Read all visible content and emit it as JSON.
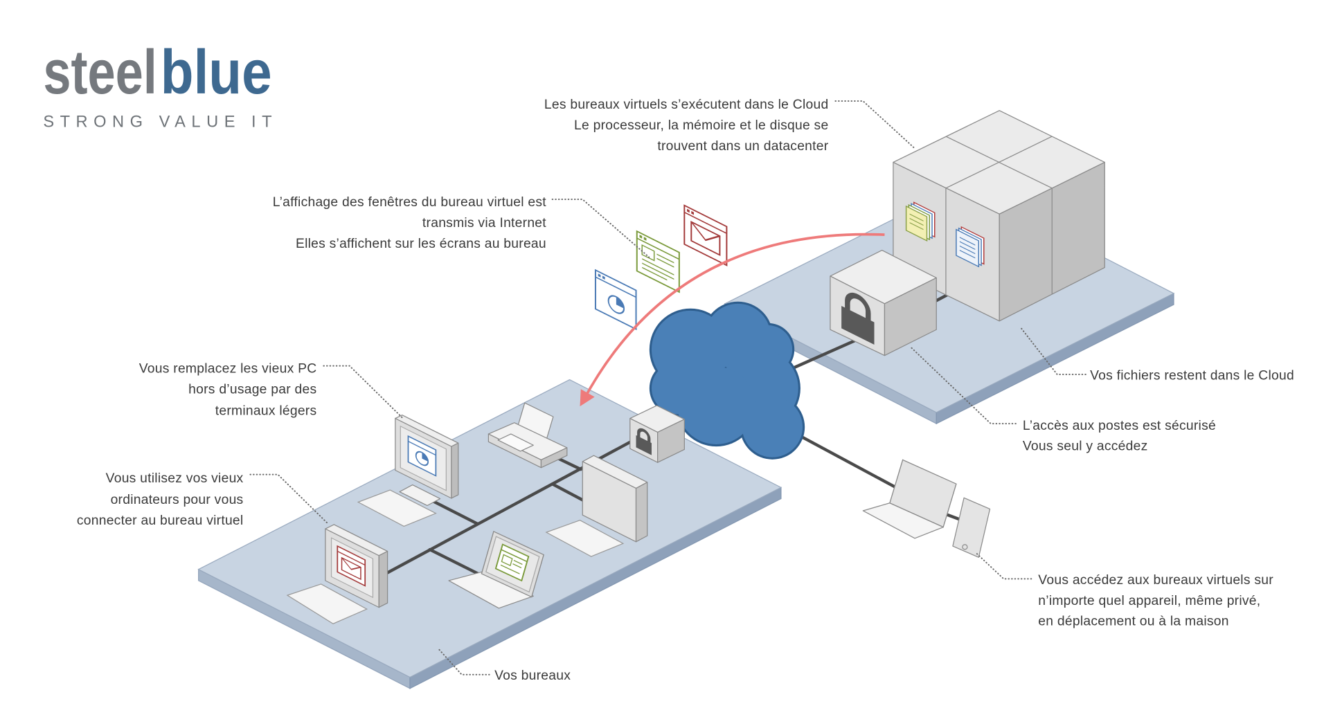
{
  "logo": {
    "part_1": "steel",
    "part_2": "blue",
    "tagline": "STRONG VALUE IT"
  },
  "colors": {
    "brand_gray": "#75797e",
    "brand_blue": "#3e6990",
    "cloud": "#4a80b7",
    "arrow": "#ee7a7a",
    "platform": "#c8d4e2",
    "cable": "#4a4a4a"
  },
  "annotations": {
    "cloud_execution": [
      "Les bureaux virtuels s’exécutent dans le Cloud",
      "Le processeur, la mémoire et le disque se",
      "trouvent dans un datacenter"
    ],
    "display_transmission": [
      "L’affichage des fenêtres du bureau virtuel est",
      "transmis via Internet",
      "Elles s’affichent sur les écrans au bureau"
    ],
    "thin_clients": [
      "Vous remplacez les vieux PC",
      "hors d’usage par des",
      "terminaux légers"
    ],
    "old_computers": [
      "Vous utilisez vos vieux",
      "ordinateurs pour vous",
      "connecter au bureau virtuel"
    ],
    "offices": [
      "Vos bureaux"
    ],
    "files_in_cloud": [
      "Vos fichiers restent dans le Cloud"
    ],
    "secure_access": [
      "L’accès aux postes est sécurisé",
      "Vous seul y accédez"
    ],
    "any_device": [
      "Vous accédez aux bureaux virtuels sur",
      "n’importe quel appareil, même privé,",
      "en déplacement ou à la maison"
    ]
  },
  "icons": {
    "cloud": "cloud-icon",
    "datacenter": "server-rack-icon",
    "lock": "lock-icon",
    "thin_client": "monitor-icon",
    "old_pc": "desktop-computer-icon",
    "printer": "printer-icon",
    "server": "server-tower-icon",
    "laptop": "laptop-icon",
    "tablet": "tablet-icon",
    "keyboard": "keyboard-icon",
    "mail_window": "mail-window-icon",
    "document_window": "document-window-icon",
    "chart_window": "chart-window-icon",
    "arrow": "curved-arrow-icon"
  }
}
